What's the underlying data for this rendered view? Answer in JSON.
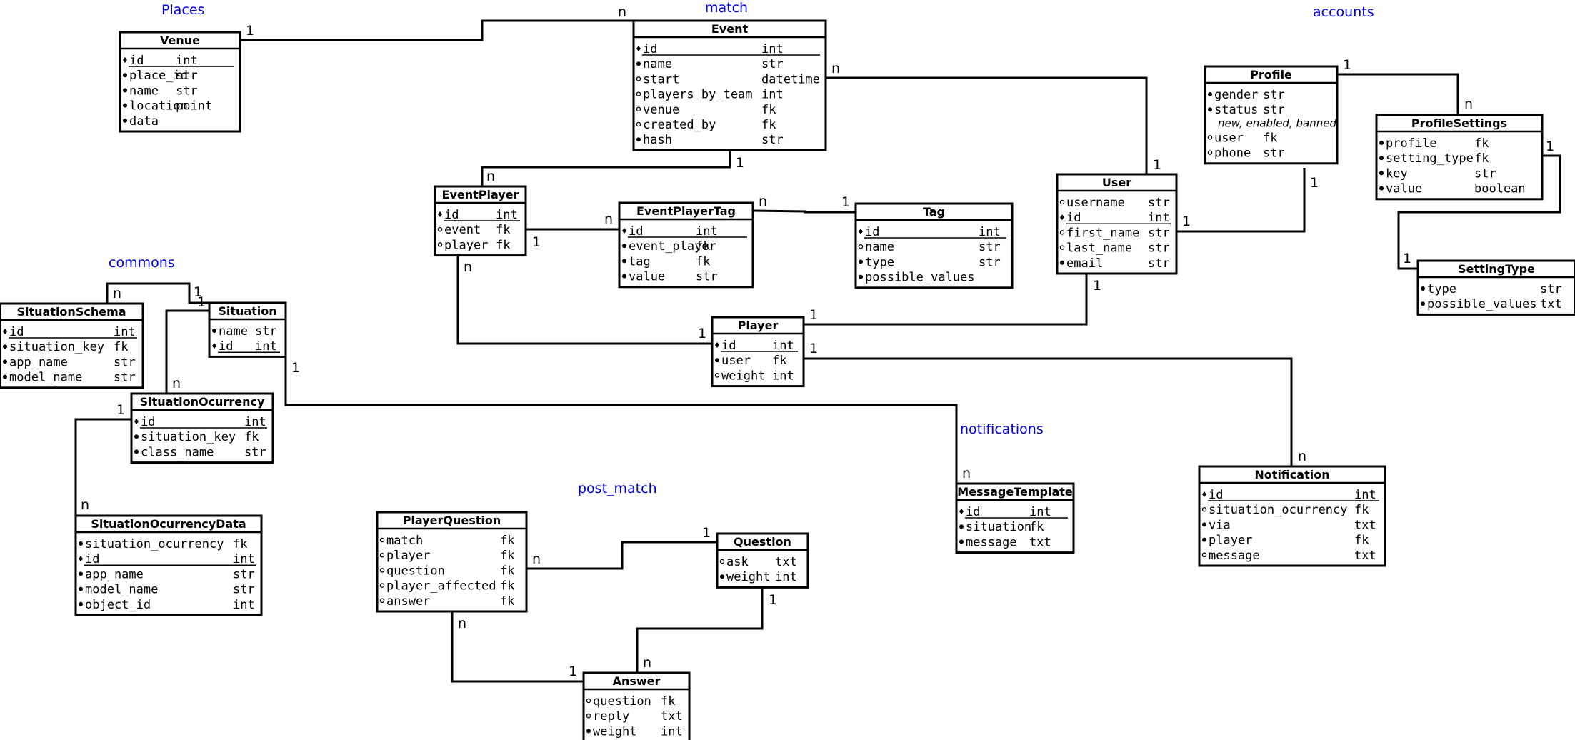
{
  "groups": {
    "places": "Places",
    "match": "match",
    "accounts": "accounts",
    "commons": "commons",
    "notifications": "notifications",
    "post_match": "post_match"
  },
  "entities": {
    "venue": {
      "title": "Venue",
      "rows": [
        {
          "m": "pk",
          "name": "id",
          "type": "int"
        },
        {
          "m": "req",
          "name": "place_id",
          "type": "str"
        },
        {
          "m": "req",
          "name": "name",
          "type": "str"
        },
        {
          "m": "req",
          "name": "location",
          "type": "point"
        },
        {
          "m": "req",
          "name": "data",
          "type": ""
        }
      ]
    },
    "event": {
      "title": "Event",
      "rows": [
        {
          "m": "pk",
          "name": "id",
          "type": "int"
        },
        {
          "m": "req",
          "name": "name",
          "type": "str"
        },
        {
          "m": "opt",
          "name": "start",
          "type": "datetime"
        },
        {
          "m": "opt",
          "name": "players_by_team",
          "type": "int"
        },
        {
          "m": "opt",
          "name": "venue",
          "type": "fk"
        },
        {
          "m": "opt",
          "name": "created_by",
          "type": "fk"
        },
        {
          "m": "req",
          "name": "hash",
          "type": "str"
        }
      ]
    },
    "profile": {
      "title": "Profile",
      "rows": [
        {
          "m": "req",
          "name": "gender",
          "type": "str"
        },
        {
          "m": "req",
          "name": "status",
          "type": "str"
        },
        {
          "m": "note",
          "name": "new, enabled, banned",
          "type": ""
        },
        {
          "m": "opt",
          "name": "user",
          "type": "fk"
        },
        {
          "m": "opt",
          "name": "phone",
          "type": "str"
        }
      ]
    },
    "profile_settings": {
      "title": "ProfileSettings",
      "rows": [
        {
          "m": "req",
          "name": "profile",
          "type": "fk"
        },
        {
          "m": "req",
          "name": "setting_type",
          "type": "fk"
        },
        {
          "m": "req",
          "name": "key",
          "type": "str"
        },
        {
          "m": "req",
          "name": "value",
          "type": "boolean"
        }
      ]
    },
    "event_player": {
      "title": "EventPlayer",
      "rows": [
        {
          "m": "pk",
          "name": "id",
          "type": "int"
        },
        {
          "m": "opt",
          "name": "event",
          "type": "fk"
        },
        {
          "m": "opt",
          "name": "player",
          "type": "fk"
        }
      ]
    },
    "event_player_tag": {
      "title": "EventPlayerTag",
      "rows": [
        {
          "m": "pk",
          "name": "id",
          "type": "int"
        },
        {
          "m": "req",
          "name": "event_player",
          "type": "fk"
        },
        {
          "m": "req",
          "name": "tag",
          "type": "fk"
        },
        {
          "m": "req",
          "name": "value",
          "type": "str"
        }
      ]
    },
    "tag": {
      "title": "Tag",
      "rows": [
        {
          "m": "pk",
          "name": "id",
          "type": "int"
        },
        {
          "m": "opt",
          "name": "name",
          "type": "str"
        },
        {
          "m": "req",
          "name": "type",
          "type": "str"
        },
        {
          "m": "req",
          "name": "possible_values",
          "type": ""
        }
      ]
    },
    "user": {
      "title": "User",
      "rows": [
        {
          "m": "opt",
          "name": "username",
          "type": "str"
        },
        {
          "m": "pk",
          "name": "id",
          "type": "int"
        },
        {
          "m": "opt",
          "name": "first_name",
          "type": "str"
        },
        {
          "m": "opt",
          "name": "last_name",
          "type": "str"
        },
        {
          "m": "req",
          "name": "email",
          "type": "str"
        }
      ]
    },
    "setting_type": {
      "title": "SettingType",
      "rows": [
        {
          "m": "req",
          "name": "type",
          "type": "str"
        },
        {
          "m": "req",
          "name": "possible_values",
          "type": "txt"
        }
      ]
    },
    "situation_schema": {
      "title": "SituationSchema",
      "rows": [
        {
          "m": "pk",
          "name": "id",
          "type": "int"
        },
        {
          "m": "req",
          "name": "situation_key",
          "type": "fk"
        },
        {
          "m": "req",
          "name": "app_name",
          "type": "str"
        },
        {
          "m": "req",
          "name": "model_name",
          "type": "str"
        }
      ]
    },
    "situation": {
      "title": "Situation",
      "rows": [
        {
          "m": "req",
          "name": "name",
          "type": "str"
        },
        {
          "m": "pk",
          "name": "id",
          "type": "int"
        }
      ]
    },
    "player": {
      "title": "Player",
      "rows": [
        {
          "m": "pk",
          "name": "id",
          "type": "int"
        },
        {
          "m": "req",
          "name": "user",
          "type": "fk"
        },
        {
          "m": "opt",
          "name": "weight",
          "type": "int"
        }
      ]
    },
    "situation_ocurrency": {
      "title": "SituationOcurrency",
      "rows": [
        {
          "m": "pk",
          "name": "id",
          "type": "int"
        },
        {
          "m": "req",
          "name": "situation_key",
          "type": "fk"
        },
        {
          "m": "req",
          "name": "class_name",
          "type": "str"
        }
      ]
    },
    "notification": {
      "title": "Notification",
      "rows": [
        {
          "m": "pk",
          "name": "id",
          "type": "int"
        },
        {
          "m": "opt",
          "name": "situation_ocurrency",
          "type": "fk"
        },
        {
          "m": "req",
          "name": "via",
          "type": "txt"
        },
        {
          "m": "req",
          "name": "player",
          "type": "fk"
        },
        {
          "m": "opt",
          "name": "message",
          "type": "txt"
        }
      ]
    },
    "message_template": {
      "title": "MessageTemplate",
      "rows": [
        {
          "m": "pk",
          "name": "id",
          "type": "int"
        },
        {
          "m": "req",
          "name": "situation",
          "type": "fk"
        },
        {
          "m": "req",
          "name": "message",
          "type": "txt"
        }
      ]
    },
    "player_question": {
      "title": "PlayerQuestion",
      "rows": [
        {
          "m": "opt",
          "name": "match",
          "type": "fk"
        },
        {
          "m": "opt",
          "name": "player",
          "type": "fk"
        },
        {
          "m": "opt",
          "name": "question",
          "type": "fk"
        },
        {
          "m": "opt",
          "name": "player_affected",
          "type": "fk"
        },
        {
          "m": "opt",
          "name": "answer",
          "type": "fk"
        }
      ]
    },
    "question": {
      "title": "Question",
      "rows": [
        {
          "m": "opt",
          "name": "ask",
          "type": "txt"
        },
        {
          "m": "req",
          "name": "weight",
          "type": "int"
        }
      ]
    },
    "situation_ocurrency_data": {
      "title": "SituationOcurrencyData",
      "rows": [
        {
          "m": "req",
          "name": "situation_ocurrency",
          "type": "fk"
        },
        {
          "m": "pk",
          "name": "id",
          "type": "int"
        },
        {
          "m": "req",
          "name": "app_name",
          "type": "str"
        },
        {
          "m": "req",
          "name": "model_name",
          "type": "str"
        },
        {
          "m": "req",
          "name": "object_id",
          "type": "int"
        }
      ]
    },
    "answer": {
      "title": "Answer",
      "rows": [
        {
          "m": "opt",
          "name": "question",
          "type": "fk"
        },
        {
          "m": "opt",
          "name": "reply",
          "type": "txt"
        },
        {
          "m": "req",
          "name": "weight",
          "type": "int"
        }
      ]
    }
  },
  "relations": [
    {
      "id": "venue-event",
      "a": "1",
      "b": "n"
    },
    {
      "id": "event-user",
      "a": "n",
      "b": "1"
    },
    {
      "id": "event-eventplayer",
      "a": "1",
      "b": "n"
    },
    {
      "id": "profile-profilesettings",
      "a": "1",
      "b": "n"
    },
    {
      "id": "profilesettings-settingtype",
      "a": "1",
      "b": "1"
    },
    {
      "id": "user-profile",
      "a": "1",
      "b": "1"
    },
    {
      "id": "eventplayer-eventplayertag",
      "a": "1",
      "b": "n"
    },
    {
      "id": "eventplayertag-tag",
      "a": "n",
      "b": "1"
    },
    {
      "id": "eventplayer-player",
      "a": "n",
      "b": "1"
    },
    {
      "id": "player-user",
      "a": "1",
      "b": "1"
    },
    {
      "id": "player-notification",
      "a": "1",
      "b": "n"
    },
    {
      "id": "situationschema-situation",
      "a": "n",
      "b": "1"
    },
    {
      "id": "situation-situationocurrency",
      "a": "1",
      "b": "n"
    },
    {
      "id": "situation-messagetemplate",
      "a": "1",
      "b": "n"
    },
    {
      "id": "situationocurrency-data",
      "a": "1",
      "b": "n"
    },
    {
      "id": "playerquestion-question",
      "a": "n",
      "b": "1"
    },
    {
      "id": "question-answer",
      "a": "1",
      "b": "n"
    },
    {
      "id": "playerquestion-answer",
      "a": "n",
      "b": "1"
    }
  ]
}
